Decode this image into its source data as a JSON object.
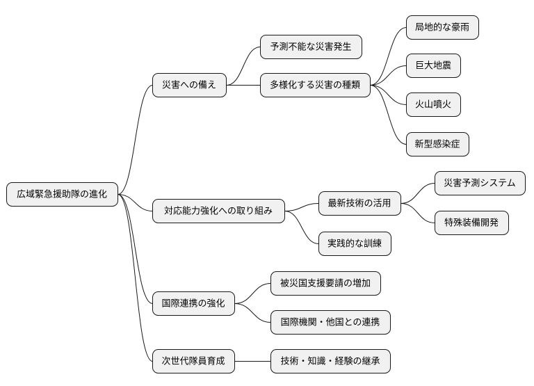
{
  "mindmap": {
    "root": {
      "label": "広域緊急援助隊の進化",
      "children": [
        {
          "label": "災害への備え",
          "children": [
            {
              "label": "予測不能な災害発生",
              "children": []
            },
            {
              "label": "多様化する災害の種類",
              "children": [
                {
                  "label": "局地的な豪雨",
                  "children": []
                },
                {
                  "label": "巨大地震",
                  "children": []
                },
                {
                  "label": "火山噴火",
                  "children": []
                },
                {
                  "label": "新型感染症",
                  "children": []
                }
              ]
            }
          ]
        },
        {
          "label": "対応能力強化への取り組み",
          "children": [
            {
              "label": "最新技術の活用",
              "children": [
                {
                  "label": "災害予測システム",
                  "children": []
                },
                {
                  "label": "特殊装備開発",
                  "children": []
                }
              ]
            },
            {
              "label": "実践的な訓練",
              "children": []
            }
          ]
        },
        {
          "label": "国際連携の強化",
          "children": [
            {
              "label": "被災国支援要請の増加",
              "children": []
            },
            {
              "label": "国際機関・他国との連携",
              "children": []
            }
          ]
        },
        {
          "label": "次世代隊員育成",
          "children": [
            {
              "label": "技術・知識・経験の継承",
              "children": []
            }
          ]
        }
      ]
    }
  }
}
